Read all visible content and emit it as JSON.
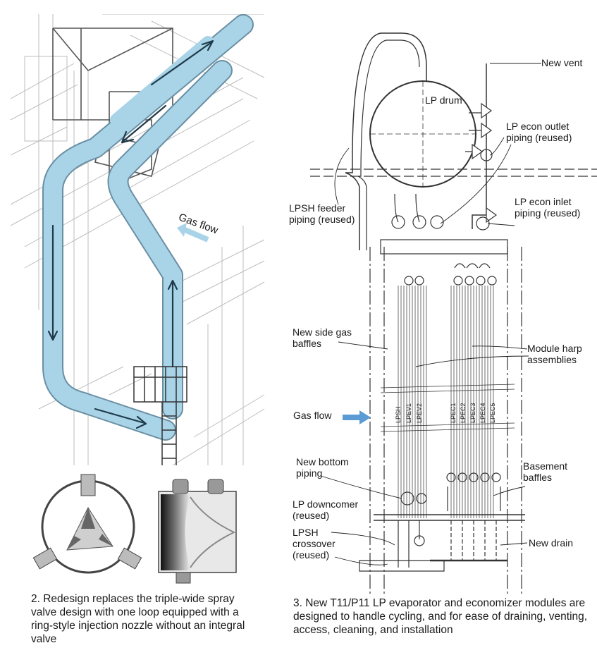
{
  "figure2": {
    "gas_flow_label": "Gas flow",
    "caption": "2. Redesign replaces the triple-wide spray valve design with one loop equipped with a ring-style injection nozzle without an integral valve"
  },
  "figure3": {
    "labels": {
      "new_vent": "New vent",
      "lp_drum": "LP drum",
      "lp_econ_outlet": "LP econ outlet piping (reused)",
      "lp_econ_inlet": "LP econ inlet piping (reused)",
      "lpsh_feeder": "LPSH feeder piping (reused)",
      "new_side_gas_baffles": "New side gas baffles",
      "module_harp": "Module harp assemblies",
      "gas_flow": "Gas flow",
      "new_bottom_piping": "New bottom piping",
      "basement_baffles": "Basement baffles",
      "lp_downcomer": "LP downcomer (reused)",
      "lpsh_crossover": "LPSH crossover (reused)",
      "new_drain": "New drain"
    },
    "modules": [
      "LPSH",
      "LPEV1",
      "LPEV2",
      "LPEC1",
      "LPEC2",
      "LPEC3",
      "LPEC4",
      "LPEC5"
    ],
    "caption": "3. New T11/P11 LP evaporator and economizer modules are designed to handle cycling, and for ease of draining, venting, access, cleaning, and installation"
  },
  "colors": {
    "pipe_blue": "#a9d4e8",
    "arrow_blue": "#5b9bd5",
    "line": "#333333"
  }
}
